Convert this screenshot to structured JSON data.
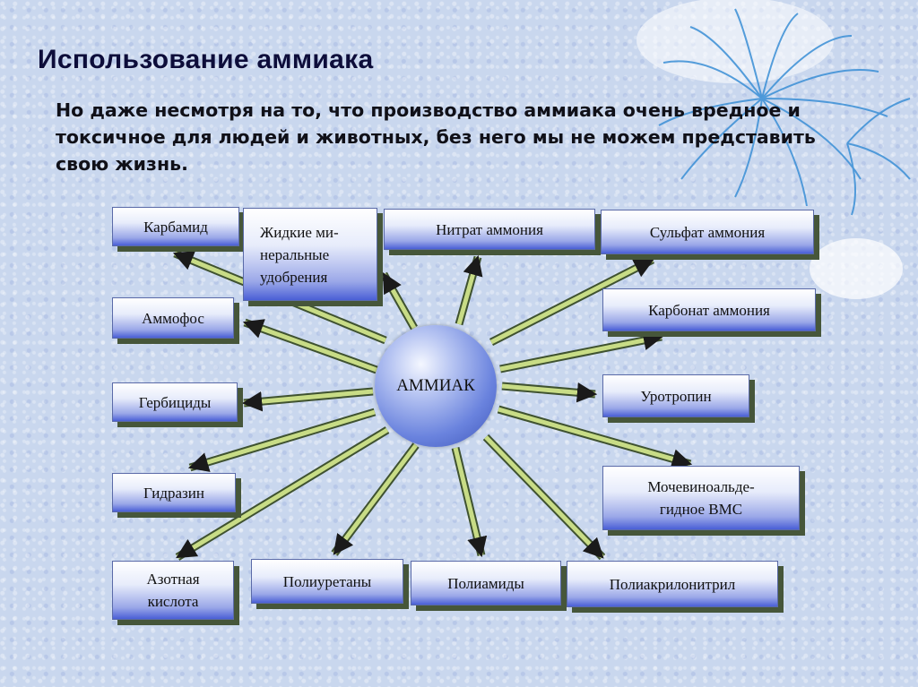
{
  "title": "Использование аммиака",
  "subtitle": "Но даже несмотря на то, что производство аммиака очень вредное и токсичное для людей и животных, без него мы не можем представить свою жизнь.",
  "diagram": {
    "center": "АММИАК",
    "nodes": [
      {
        "id": "karbamid",
        "label": "Карбамид"
      },
      {
        "id": "zhidkie",
        "label": "Жидкие ми-\nнеральные\nудобрения"
      },
      {
        "id": "nitrat",
        "label": "Нитрат аммония"
      },
      {
        "id": "sulfat",
        "label": "Сульфат аммония"
      },
      {
        "id": "ammofos",
        "label": "Аммофос"
      },
      {
        "id": "karbonat",
        "label": "Карбонат аммония"
      },
      {
        "id": "gerbicidy",
        "label": "Гербициды"
      },
      {
        "id": "urotropin",
        "label": "Уротропин"
      },
      {
        "id": "gidrazin",
        "label": "Гидразин"
      },
      {
        "id": "mochevino",
        "label": "Мочевиноальде-\nгидное ВМС"
      },
      {
        "id": "azotnaya",
        "label": "Азотная\nкислота"
      },
      {
        "id": "poliuretany",
        "label": "Полиуретаны"
      },
      {
        "id": "poliamidy",
        "label": "Полиамиды"
      },
      {
        "id": "poliakrilonitril",
        "label": "Полиакрилонитрил"
      }
    ]
  }
}
